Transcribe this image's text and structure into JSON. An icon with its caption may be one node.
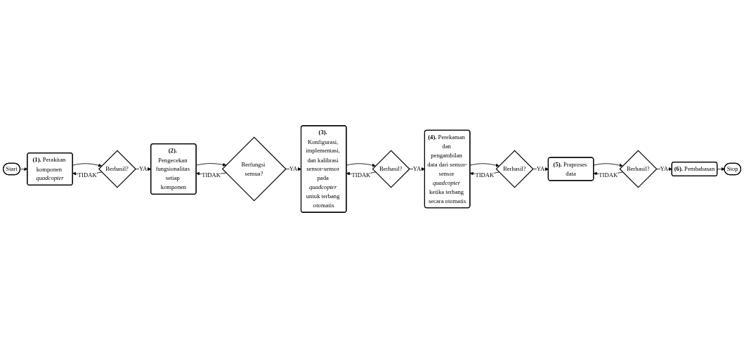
{
  "diagram": {
    "nodes": [
      {
        "text": [
          "Start"
        ]
      },
      {
        "text": [
          "**(1).** Perakitan komponen *quadcopter*"
        ]
      },
      {
        "text": [
          "Berhasil?"
        ]
      },
      {
        "text": [
          "**(2).** Pengecekan fungsionalitas setiap komponen"
        ]
      },
      {
        "text": [
          "Berfungsi semua?"
        ]
      },
      {
        "text": [
          "**(3).** Konfigurasi, implementasi, dan kalibrasi sensor-sensor pada *quadcopter* untuk terbang otomatis"
        ]
      },
      {
        "text": [
          "Berhasil?"
        ]
      },
      {
        "text": [
          "**(4).** Perekaman dan pengambilan data dari sensor-sensor *quadcopter* ketika terbang secara otomatis"
        ]
      },
      {
        "text": [
          "Berhasil?"
        ]
      },
      {
        "text": [
          "**(5).** Praproses data"
        ]
      },
      {
        "text": [
          "Berhasil?"
        ]
      },
      {
        "text": [
          "**(6).** Pembahasan"
        ]
      },
      {
        "text": [
          "Stop"
        ]
      }
    ],
    "edges": [
      {
        "from": 0,
        "to": 1,
        "arrow": "to"
      },
      {
        "from": 1,
        "to": 2,
        "arrow": "to"
      },
      {
        "from": 2,
        "to": 3,
        "arrow": "to",
        "label": "YA"
      },
      {
        "from": 2,
        "to": 1,
        "arrow": "to",
        "label": "TIDAK"
      },
      {
        "from": 3,
        "to": 4,
        "arrow": "to"
      },
      {
        "from": 4,
        "to": 5,
        "arrow": "to",
        "label": "YA"
      },
      {
        "from": 4,
        "to": 3,
        "arrow": "to",
        "label": "TIDAK"
      },
      {
        "from": 5,
        "to": 6,
        "arrow": "to"
      },
      {
        "from": 6,
        "to": 5,
        "arrow": "to",
        "label": "TIDAK"
      },
      {
        "from": 6,
        "to": 7,
        "arrow": "to",
        "label": "YA"
      },
      {
        "from": 7,
        "to": 8,
        "arrow": "to"
      },
      {
        "from": 8,
        "to": 9,
        "arrow": "to",
        "label": "YA"
      },
      {
        "from": 8,
        "to": 7,
        "arrow": "to",
        "label": "TIDAK"
      },
      {
        "from": 9,
        "to": 10,
        "arrow": "to"
      },
      {
        "from": 10,
        "to": 11,
        "arrow": "to",
        "label": "YA"
      },
      {
        "from": 10,
        "to": 9,
        "arrow": "to",
        "label": "TIDAK"
      },
      {
        "from": 11,
        "to": 12,
        "arrow": "to"
      }
    ]
  }
}
